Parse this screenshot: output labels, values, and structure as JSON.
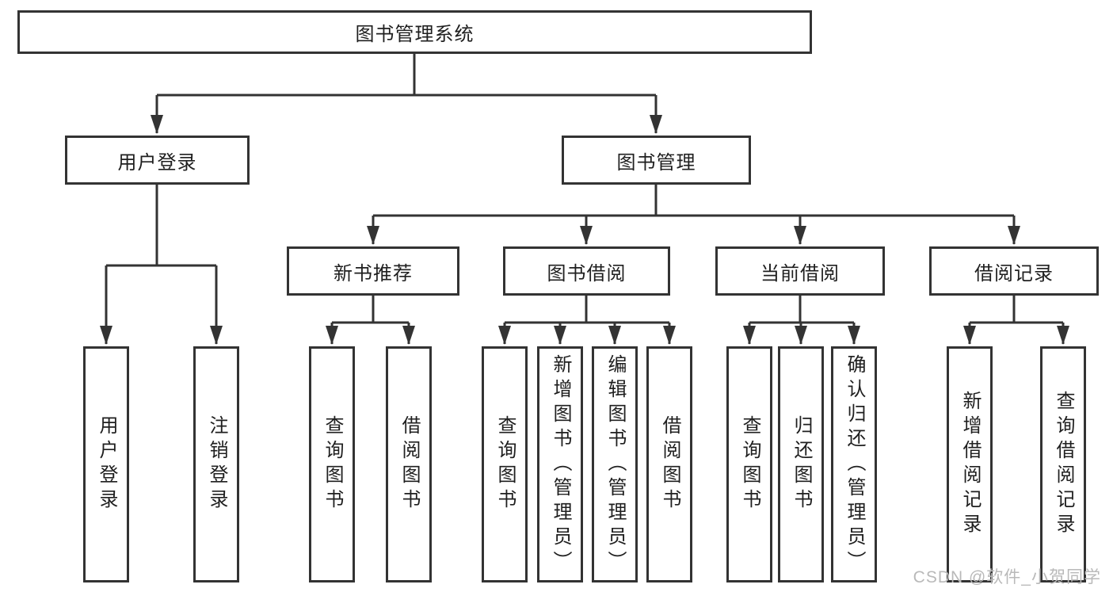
{
  "diagram": {
    "title": "图书管理系统",
    "root": {
      "label": "图书管理系统"
    },
    "level2": [
      {
        "id": "user-login",
        "label": "用户登录"
      },
      {
        "id": "book-management",
        "label": "图书管理"
      }
    ],
    "level3": [
      {
        "id": "new-book-recommend",
        "label": "新书推荐"
      },
      {
        "id": "book-borrow",
        "label": "图书借阅"
      },
      {
        "id": "current-borrow",
        "label": "当前借阅"
      },
      {
        "id": "borrow-records",
        "label": "借阅记录"
      }
    ],
    "leaves": {
      "user_login": [
        "用户登录",
        "注销登录"
      ],
      "new_book": [
        "查询图书",
        "借阅图书"
      ],
      "book_borrow": [
        "查询图书",
        "新增图书（管理员）",
        "编辑图书（管理员）",
        "借阅图书"
      ],
      "current_borrow": [
        "查询图书",
        "归还图书",
        "确认归还（管理员）"
      ],
      "borrow_records": [
        "新增借阅记录",
        "查询借阅记录"
      ]
    }
  },
  "watermark": "CSDN @软件_小贺同学",
  "colors": {
    "line": "#333333",
    "border": "#333333",
    "text": "#1f1f1f",
    "background": "#ffffff",
    "watermark": "#b9b9b9"
  }
}
